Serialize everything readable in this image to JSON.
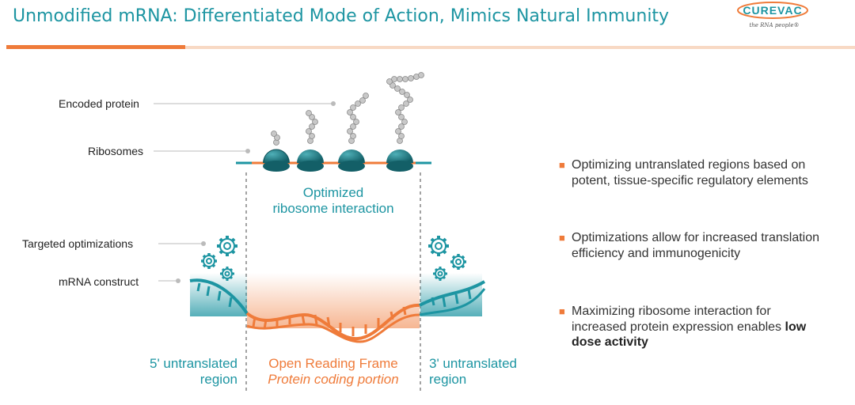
{
  "header": {
    "title": "Unmodified mRNA: Differentiated Mode of Action, Mimics Natural Immunity",
    "logo_text": "CUREVAC",
    "logo_tagline": "the RNA people"
  },
  "diagram": {
    "labels": {
      "encoded_protein": "Encoded protein",
      "ribosomes": "Ribosomes",
      "targeted_optimizations": "Targeted optimizations",
      "mrna_construct": "mRNA construct"
    },
    "center_caption": {
      "line1": "Optimized",
      "line2": "ribosome interaction"
    },
    "regions": {
      "utr5": {
        "line1": "5' untranslated",
        "line2": "region"
      },
      "orf": {
        "line1": "Open Reading Frame",
        "line2": "Protein coding portion"
      },
      "utr3": {
        "line1": "3' untranslated",
        "line2": "region"
      }
    }
  },
  "bullets": [
    {
      "text": "Optimizing untranslated regions based on potent, tissue-specific regulatory elements"
    },
    {
      "text": "Optimizations allow for increased translation efficiency and immunogenicity"
    },
    {
      "text": "Maximizing ribosome interaction for increased protein expression enables",
      "bold": "low dose activity"
    }
  ],
  "colors": {
    "teal": "#1d95a2",
    "orange": "#ef7b3a",
    "ribosome": "#1c7d86"
  }
}
